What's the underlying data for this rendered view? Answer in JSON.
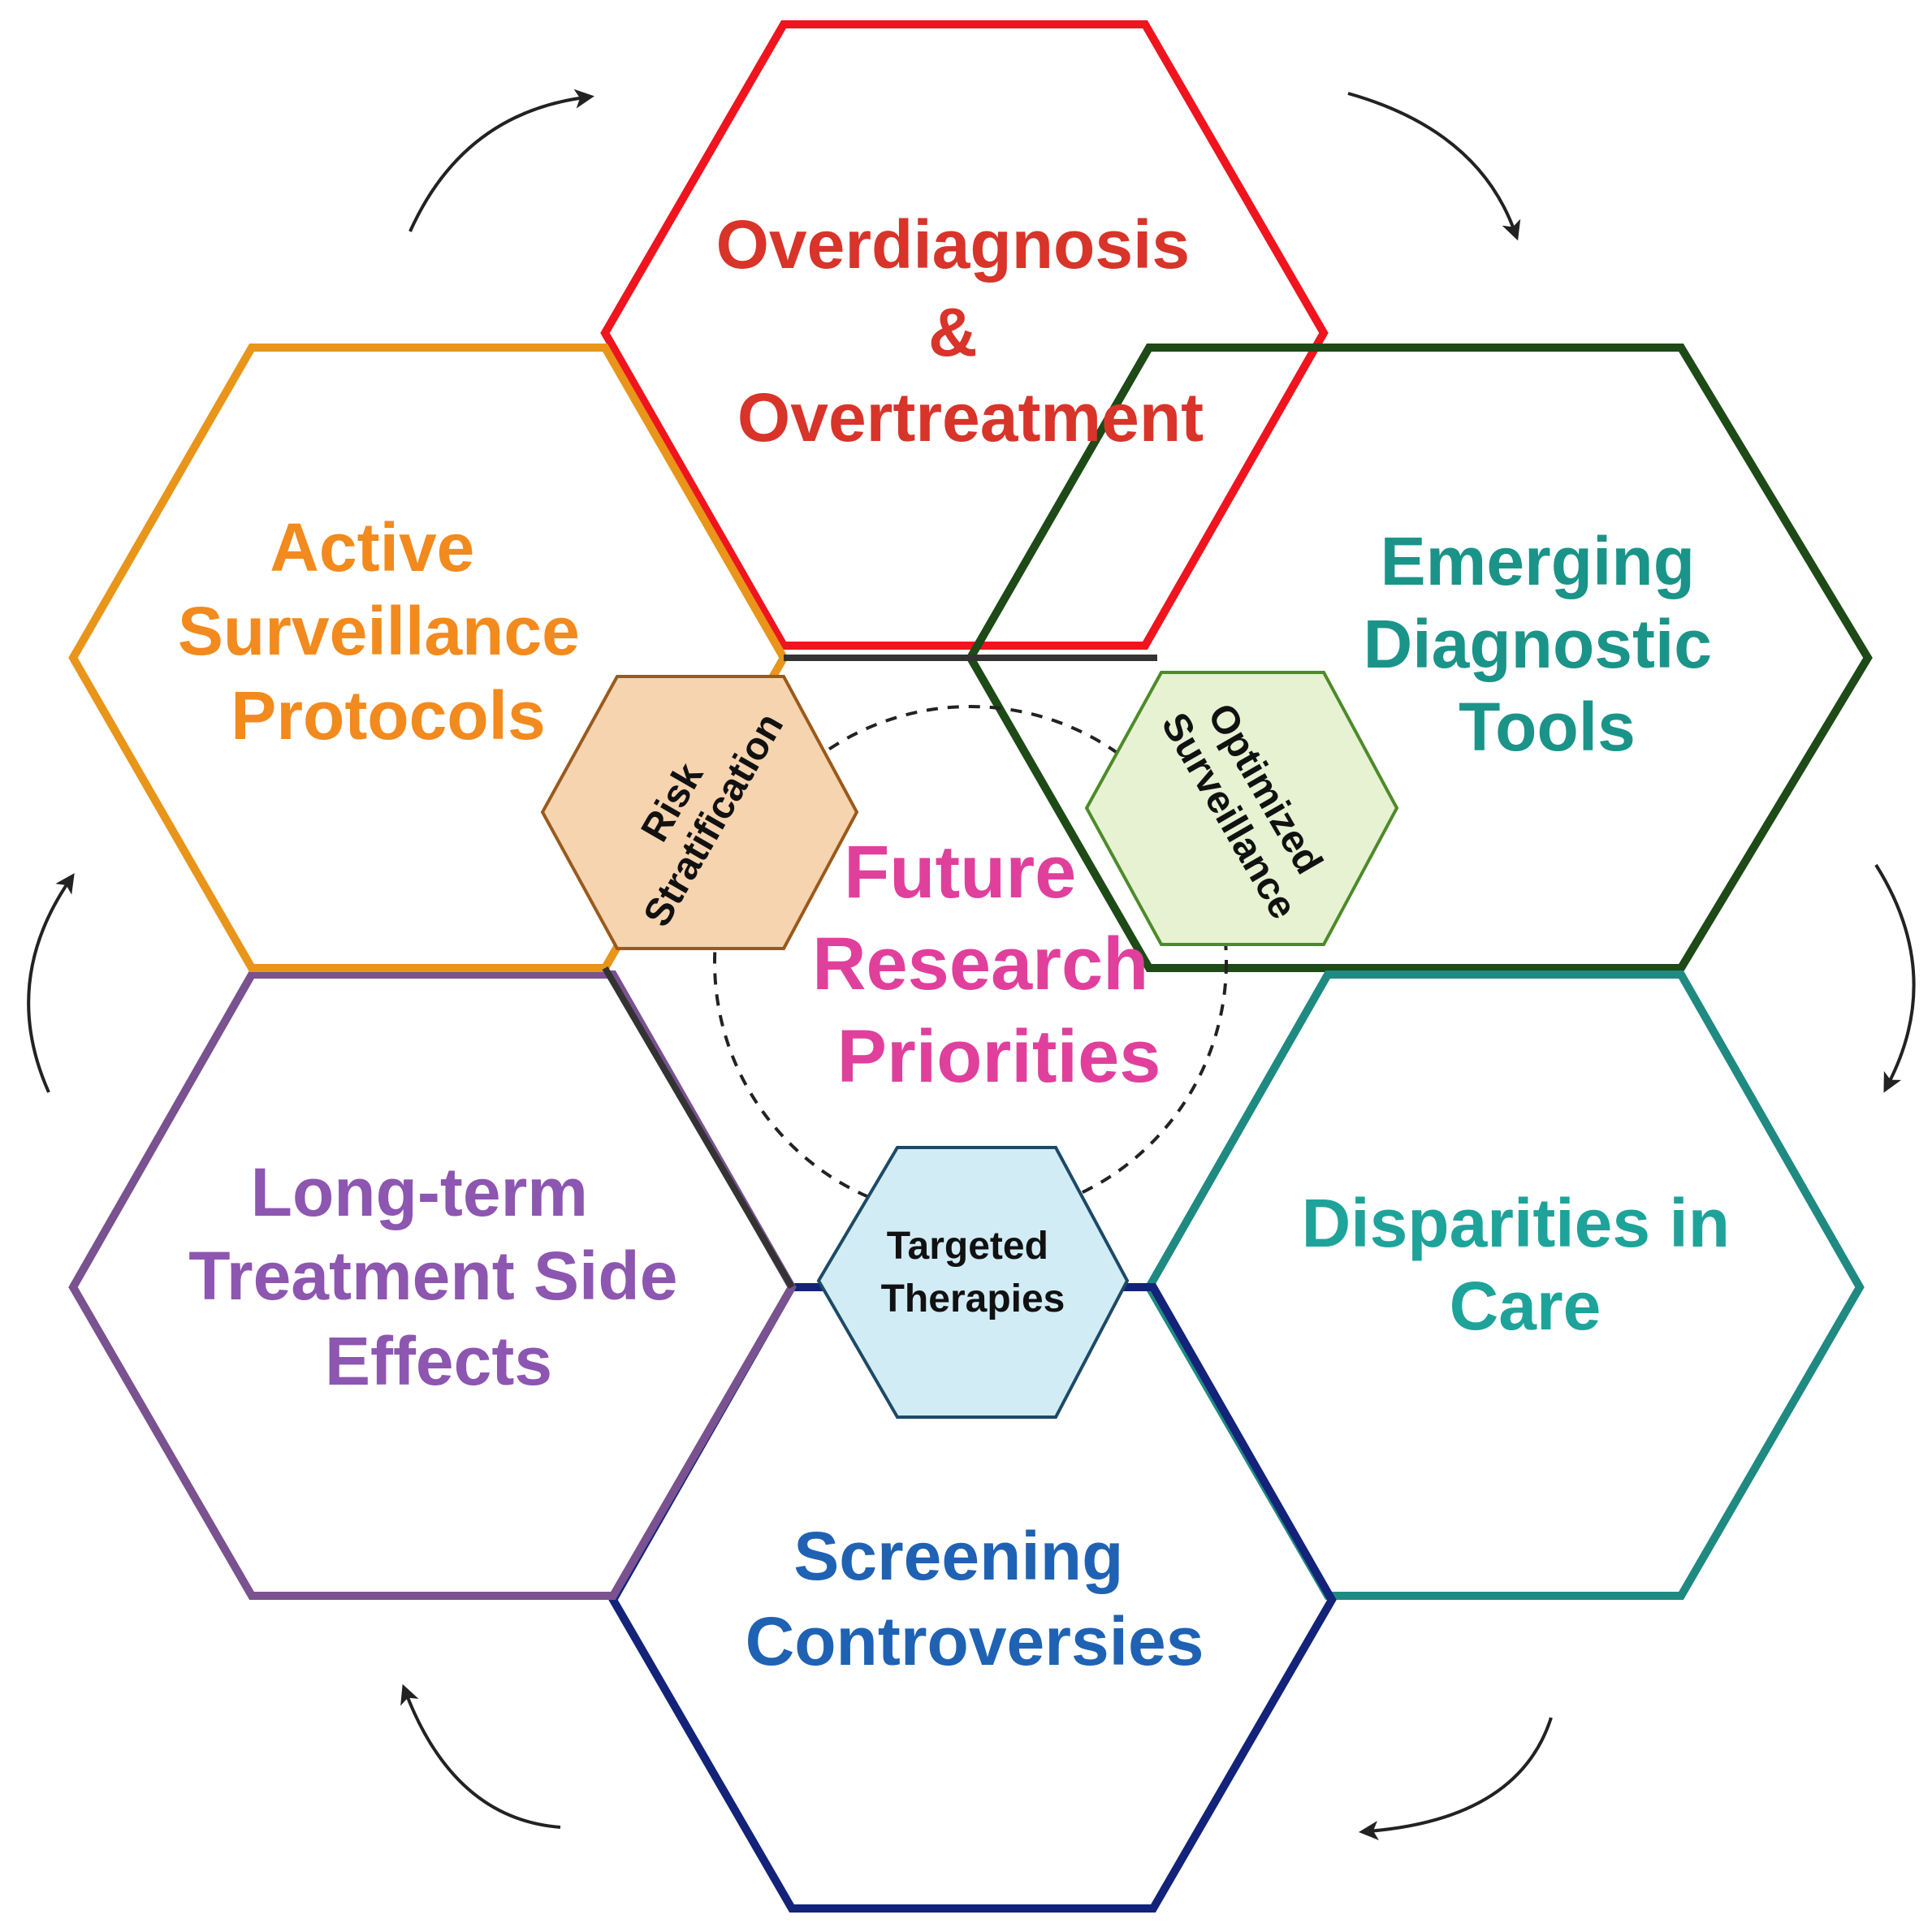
{
  "colors": {
    "overdiagnosis_stroke": "#f0141e",
    "overdiagnosis_text": "#d8342a",
    "emerging_stroke": "#1d4a16",
    "emerging_text": "#1a9488",
    "disparities_stroke": "#1f8a82",
    "disparities_text": "#1ea39a",
    "screening_stroke": "#13237a",
    "screening_text": "#1f62b4",
    "longterm_stroke": "#7a5290",
    "longterm_text": "#8d56b0",
    "active_stroke": "#e8951a",
    "active_text": "#f28a1e",
    "center_text": "#e0409c",
    "risk_fill": "#f6d4b0",
    "risk_stroke": "#9a5a1c",
    "optimized_fill": "#e6f2d2",
    "optimized_stroke": "#4e8a2a",
    "targeted_fill": "#d2ecf6",
    "targeted_stroke": "#1d4a66",
    "arrow": "#222222"
  },
  "hexagons": {
    "overdiagnosis": {
      "lines": [
        "Overdiagnosis",
        "&",
        "Overtreatment"
      ]
    },
    "emerging": {
      "lines": [
        "Emerging",
        "Diagnostic",
        "Tools"
      ]
    },
    "disparities": {
      "lines": [
        "Disparities in",
        "Care"
      ]
    },
    "screening": {
      "lines": [
        "Screening",
        "Controversies"
      ]
    },
    "longterm": {
      "lines": [
        "Long-term",
        "Treatment Side",
        "Effects"
      ]
    },
    "active": {
      "lines": [
        "Active",
        "Surveillance",
        "Protocols"
      ]
    }
  },
  "center": {
    "lines": [
      "Future",
      "Research",
      "Priorities"
    ]
  },
  "connectors": {
    "risk": {
      "lines": [
        "Risk",
        "Stratification"
      ]
    },
    "optimized": {
      "lines": [
        "Optimized",
        "Surveillance"
      ]
    },
    "targeted": {
      "lines": [
        "Targeted",
        "Therapies"
      ]
    }
  },
  "icons": [
    "cycle-arrow-icon"
  ]
}
